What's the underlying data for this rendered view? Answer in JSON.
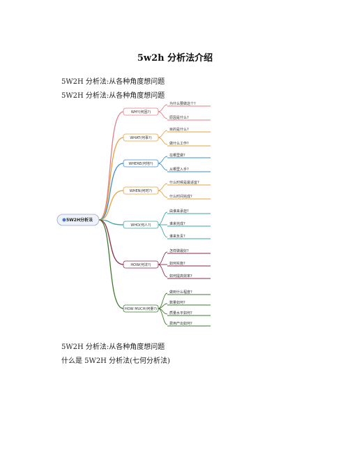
{
  "document": {
    "title": "5w2h 分析法介绍",
    "lines": [
      "5W2H 分析法:从各种角度想问题",
      "5W2H 分析法:从各种角度想问题",
      "5W2H 分析法:从各种角度想问题",
      "什么是 5W2H 分析法(七何分析法)"
    ]
  },
  "mindmap": {
    "center": "5W2H分析法",
    "branches": [
      {
        "label": "WHY(何因?)",
        "color": "#e37f86",
        "leaves": [
          "为什么要做这个?",
          "原因是什么?"
        ]
      },
      {
        "label": "WHAT(何事?)",
        "color": "#e6a23c",
        "leaves": [
          "目的是什么?",
          "做什么工作?"
        ]
      },
      {
        "label": "WHERE(何地?)",
        "color": "#3b8fd6",
        "leaves": [
          "在哪里做?",
          "从哪里入手?"
        ]
      },
      {
        "label": "WHEN(何时?)",
        "color": "#e6a23c",
        "leaves": [
          "什么时候是最适宜?",
          "什么时间完成?"
        ]
      },
      {
        "label": "WHO(何人?)",
        "color": "#3aa6a0",
        "leaves": [
          "由谁来承担?",
          "谁来完成?",
          "谁来负责?"
        ]
      },
      {
        "label": "HOW(何法?)",
        "color": "#8a2a4a",
        "leaves": [
          "怎样做最好?",
          "如何实施?",
          "如何提高效率?"
        ]
      },
      {
        "label": "HOW MUCH(何量?)",
        "color": "#3d7a2f",
        "leaves": [
          "做到什么程度?",
          "数量如何?",
          "质量水平如何?",
          "费用产出如何?"
        ]
      }
    ]
  }
}
